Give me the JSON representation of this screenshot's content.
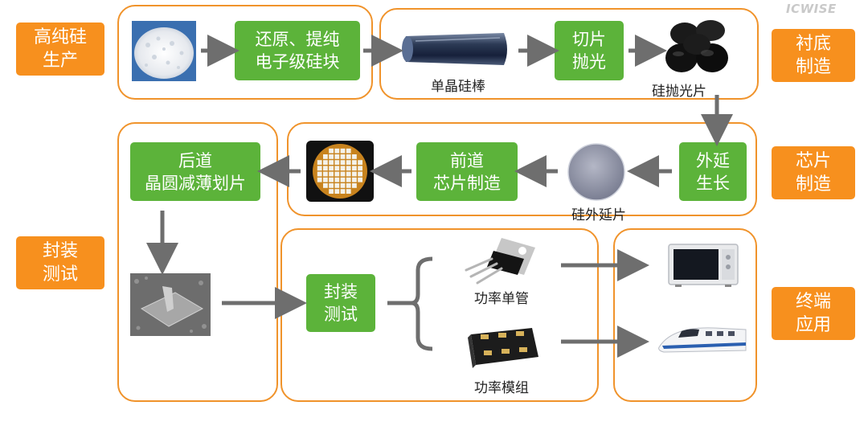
{
  "watermark": "ICWISE",
  "side_labels": {
    "silicon": "高纯硅\n生产",
    "substrate": "衬底\n制造",
    "chip": "芯片\n制造",
    "package": "封装\n测试",
    "terminal": "终端\n应用"
  },
  "steps": {
    "purify": "还原、提纯\n电子级硅块",
    "cut": "切片\n抛光",
    "epi": "外延\n生长",
    "frontend": "前道\n芯片制造",
    "backend": "后道\n晶圆减薄划片",
    "pkgtest": "封装\n测试"
  },
  "captions": {
    "ingot": "单晶硅棒",
    "polished": "硅抛光片",
    "epi_wafer": "硅外延片",
    "discrete": "功率单管",
    "module": "功率模组"
  },
  "colors": {
    "orange": "#f7901e",
    "green": "#5cb33a",
    "arrow": "#6e6e6e"
  },
  "icons": [
    "polysilicon-chunks-image",
    "silicon-ingot-image",
    "polished-wafers-image",
    "epitaxial-wafer-image",
    "patterned-wafer-image",
    "die-bonding-image",
    "power-transistor-image",
    "power-module-image",
    "microwave-oven-image",
    "bullet-train-image"
  ]
}
